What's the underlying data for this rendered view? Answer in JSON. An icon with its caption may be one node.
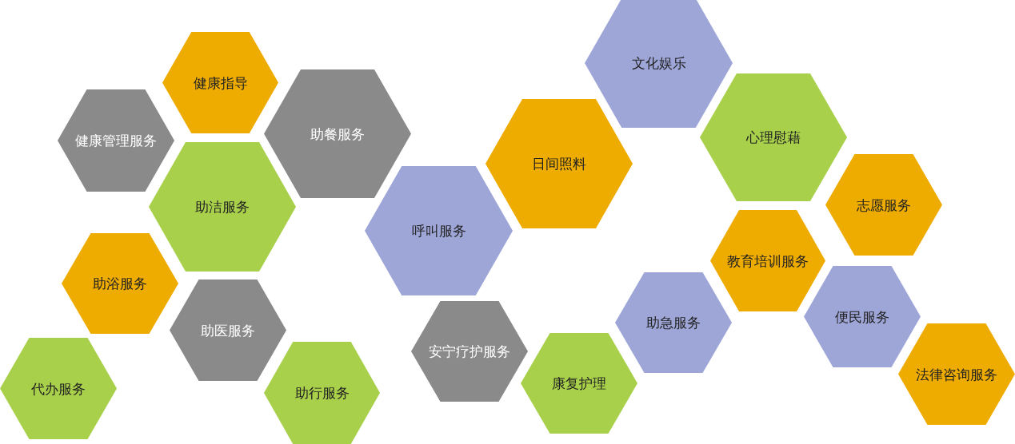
{
  "diagram": {
    "nodes": [
      {
        "text": [
          "文化娱乐"
        ]
      },
      {
        "text": [
          "健康指导"
        ]
      },
      {
        "text": [
          "助餐服务"
        ]
      },
      {
        "text": [
          "心理慰藉"
        ]
      },
      {
        "text": [
          "健康管理服务"
        ]
      },
      {
        "text": [
          "日间照料"
        ]
      },
      {
        "text": [
          "助洁服务"
        ]
      },
      {
        "text": [
          "志愿服务"
        ]
      },
      {
        "text": [
          "呼叫服务"
        ]
      },
      {
        "text": [
          "教育培训服务"
        ]
      },
      {
        "text": [
          "助浴服务"
        ]
      },
      {
        "text": [
          "便民服务"
        ]
      },
      {
        "text": [
          "助急服务"
        ]
      },
      {
        "text": [
          "助医服务"
        ]
      },
      {
        "text": [
          "安宁疗护服务"
        ]
      },
      {
        "text": [
          "康复护理"
        ]
      },
      {
        "text": [
          "法律咨询服务"
        ]
      },
      {
        "text": [
          "代办服务"
        ]
      },
      {
        "text": [
          "助行服务"
        ]
      }
    ]
  }
}
